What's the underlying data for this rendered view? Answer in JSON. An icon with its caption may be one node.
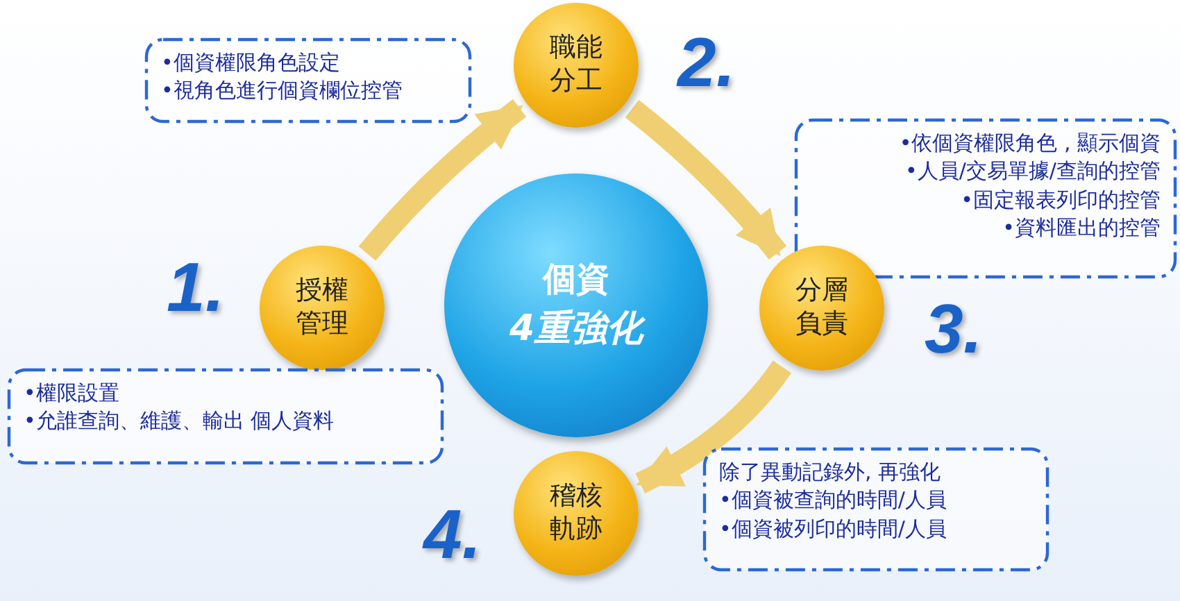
{
  "diagram": {
    "nodes": [
      {
        "text": [
          "•個資權限角色設定",
          "•視角色進行個資欄位控管"
        ]
      },
      {
        "text": [
          "職能分工"
        ],
        "beside": [
          "2."
        ]
      },
      {
        "text": [
          "•依個資權限角色 , 顯示個資",
          "•人員/交易單據/查詢的控管",
          "•固定報表列印的控管",
          "•資料匯出的控管"
        ]
      },
      {
        "text": [
          "個資",
          "4重強化"
        ]
      },
      {
        "text": [
          "授權管理"
        ],
        "beside": [
          "1."
        ]
      },
      {
        "text": [
          "分層負責"
        ],
        "beside": [
          "3."
        ]
      },
      {
        "text": [
          "•權限設置",
          "•允誰查詢、維護、輸出 個人資料"
        ]
      },
      {
        "text": [
          "稽核軌跡"
        ],
        "beside": [
          "4."
        ]
      },
      {
        "text": [
          "除了異動記錄外, 再強化",
          "•個資被查詢的時間/人員",
          "•個資被列印的時間/人員"
        ]
      }
    ],
    "edges": [
      {
        "from": 4,
        "to": 1,
        "arrow": "to"
      },
      {
        "from": 1,
        "to": 5,
        "arrow": "to"
      },
      {
        "from": 5,
        "to": 7,
        "arrow": "to"
      }
    ]
  }
}
